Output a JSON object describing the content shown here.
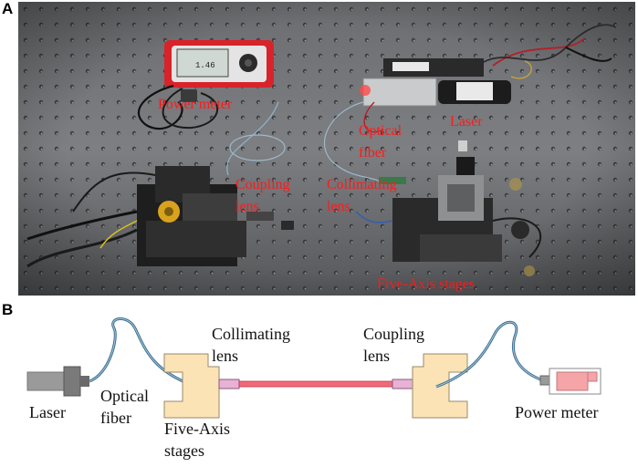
{
  "panels": {
    "a": "A",
    "b": "B"
  },
  "photo_labels": {
    "power_meter": "Power meter",
    "optical": "Optical",
    "fiber": "fiber",
    "laser": "Laser",
    "coupling": "Coupling",
    "lens1": "lens",
    "collimating": "Collimating",
    "lens2": "lens",
    "five_axis": "Five-Axis stages"
  },
  "power_meter_reading": "1.46",
  "schematic_labels": {
    "collimating": "Collimating",
    "collimating_lens": "lens",
    "coupling": "Coupling",
    "coupling_lens": "lens",
    "laser": "Laser",
    "optical": "Optical",
    "fiber": "fiber",
    "five_axis": "Five-Axis",
    "stages": "stages",
    "power_meter": "Power meter"
  },
  "colors": {
    "label_red": "#ff1a1a",
    "beam": "#f06a78",
    "stage": "#fbe3b5",
    "lens": "#e7b2d6",
    "fiber": "#4a7a99",
    "meter": "#f5a4a8"
  }
}
